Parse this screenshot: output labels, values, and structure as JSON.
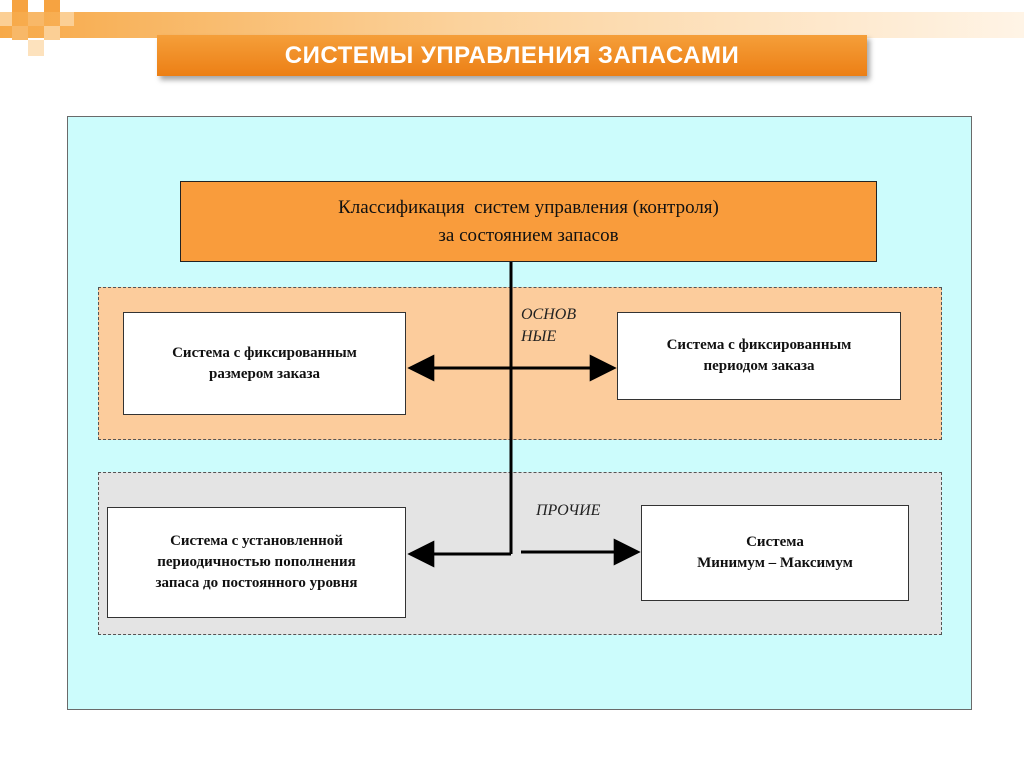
{
  "header": {
    "title": "СИСТЕМЫ УПРАВЛЕНИЯ ЗАПАСАМИ"
  },
  "diagram": {
    "root": {
      "line1": "Классификация  систем управления (контроля)",
      "line2": "за состоянием запасов"
    },
    "groups": {
      "main": {
        "label_line1": "ОСНОВ",
        "label_line2": "НЫЕ",
        "left_box": {
          "line1": "Система с фиксированным",
          "line2": "размером заказа"
        },
        "right_box": {
          "line1": "Система с фиксированным",
          "line2": "периодом заказа"
        }
      },
      "other": {
        "label": "ПРОЧИЕ",
        "left_box": {
          "line1": "Система с установленной",
          "line2": "периодичностью пополнения",
          "line3": "запаса до постоянного уровня"
        },
        "right_box": {
          "line1": "Система",
          "line2": "Минимум – Максимум"
        }
      }
    }
  },
  "colors": {
    "accent_orange": "#ec7f15",
    "panel_cyan": "#ccfcfc",
    "group_main": "#fccc9c",
    "group_other": "#e4e4e4"
  }
}
